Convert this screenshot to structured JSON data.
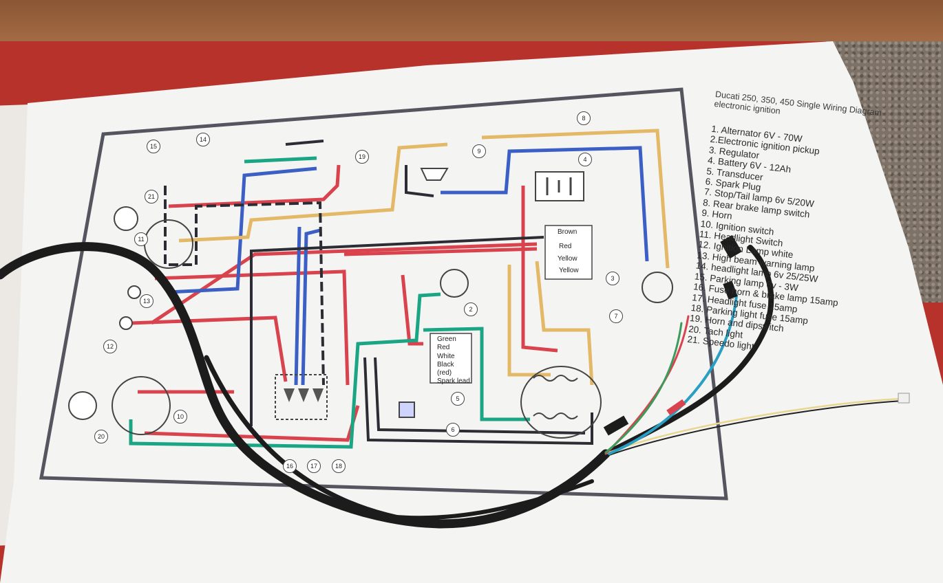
{
  "diagram": {
    "title": "Ducati 250, 350, 450 Single Wiring Diagram electronic ignition",
    "legend": [
      "1. Alternator 6V - 70W",
      "2.Electronic ignition pickup",
      "3. Regulator",
      "4. Battery 6V - 12Ah",
      "5. Transducer",
      "6. Spark Plug",
      "7. Stop/Tail lamp 6v 5/20W",
      "8. Rear brake lamp switch",
      "9. Horn",
      "10. Ignition switch",
      "11. Headlight Switch",
      "12. Ignition Lamp white",
      "13. High beam warning lamp",
      "14. headlight lamp 6v 25/25W",
      "15. Parking lamp  6v - 3W",
      "16. Fuse horn & brake lamp 15amp",
      "17. Headlight fuse 15amp",
      "18. Parking light fuse 15amp",
      "19. Horn and dipswitch",
      "20. Tach light",
      "21. Speedo light"
    ],
    "regulator_labels": [
      "Brown",
      "Red",
      "Yellow",
      "Yellow"
    ],
    "transducer_labels": [
      "Green",
      "Red",
      "White",
      "Black",
      "(red)",
      "Spark lead"
    ],
    "callouts": [
      "15",
      "14",
      "19",
      "9",
      "8",
      "4",
      "21",
      "11",
      "13",
      "12",
      "20",
      "10",
      "16",
      "17",
      "18",
      "2",
      "5",
      "6",
      "3",
      "7"
    ]
  },
  "colors": {
    "bench": "#b8322c",
    "paper": "#f4f4f2",
    "wire_red": "#d9434d",
    "wire_blue": "#3b5fc4",
    "wire_yellow": "#e3b866",
    "wire_green": "#1aa584",
    "wire_black": "#2c2c34",
    "harness": "#1c1c1c"
  }
}
